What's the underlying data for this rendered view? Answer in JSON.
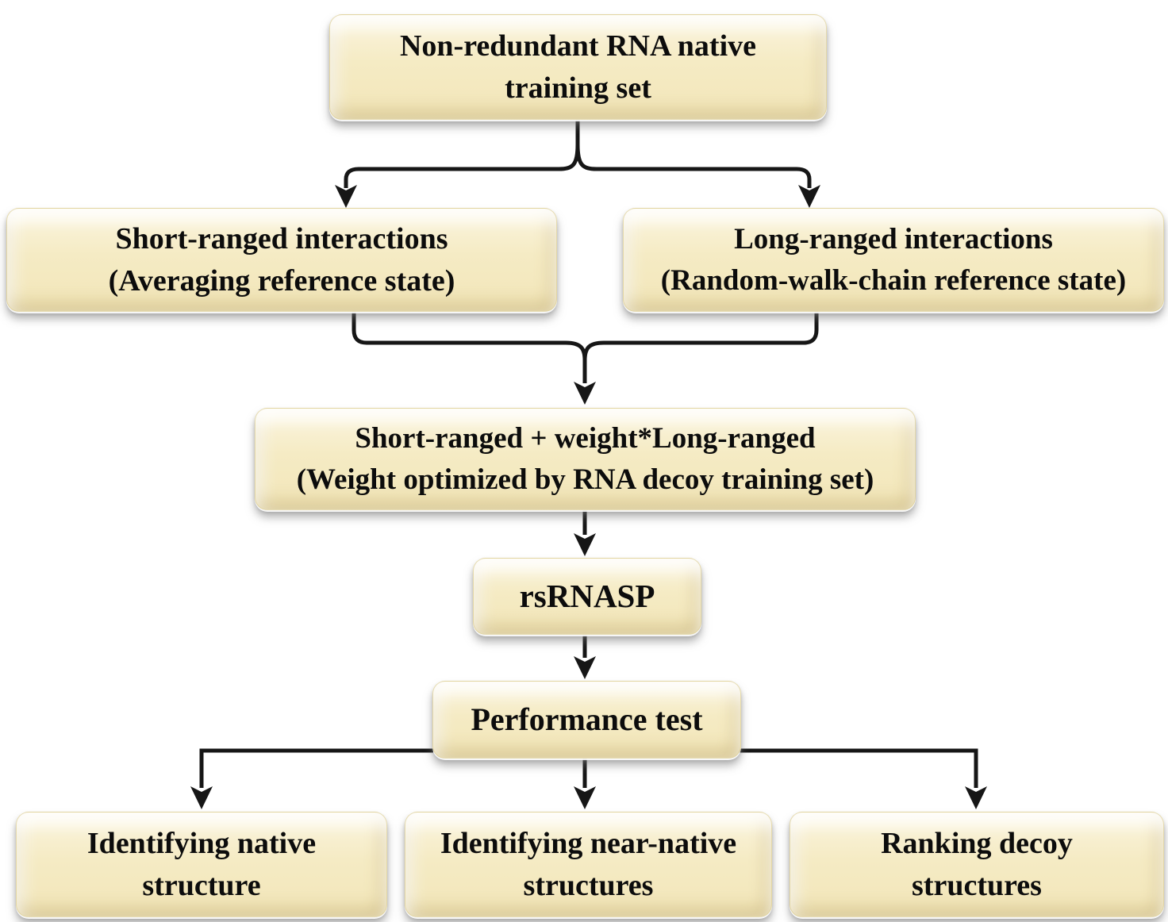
{
  "colors": {
    "page_bg": "#ffffff",
    "box_fill": "#f5ebc4",
    "box_highlight": "#fdf9e6",
    "box_edge_dark": "#d6c68c",
    "text": "#0c0c0c",
    "arrow": "#161616"
  },
  "nodes": [
    {
      "id": "training-set",
      "lines": [
        "Non-redundant RNA native",
        "training set"
      ]
    },
    {
      "id": "short-ranged",
      "lines": [
        "Short-ranged interactions",
        "(Averaging reference state)"
      ]
    },
    {
      "id": "long-ranged",
      "lines": [
        "Long-ranged interactions",
        "(Random-walk-chain reference state)"
      ]
    },
    {
      "id": "combined-potential",
      "lines": [
        "Short-ranged + weight*Long-ranged",
        "(Weight optimized by RNA decoy training set)"
      ]
    },
    {
      "id": "rsrnasp",
      "lines": [
        "rsRNASP"
      ]
    },
    {
      "id": "performance-test",
      "lines": [
        "Performance test"
      ]
    },
    {
      "id": "identifying-native",
      "lines": [
        "Identifying native",
        "structure"
      ]
    },
    {
      "id": "identifying-near-native",
      "lines": [
        "Identifying near-native",
        "structures"
      ]
    },
    {
      "id": "ranking-decoy",
      "lines": [
        "Ranking decoy",
        "structures"
      ]
    }
  ],
  "edges": [
    {
      "from": "training-set",
      "to": "short-ranged"
    },
    {
      "from": "training-set",
      "to": "long-ranged"
    },
    {
      "from": "short-ranged",
      "to": "combined-potential"
    },
    {
      "from": "long-ranged",
      "to": "combined-potential"
    },
    {
      "from": "combined-potential",
      "to": "rsrnasp"
    },
    {
      "from": "rsrnasp",
      "to": "performance-test"
    },
    {
      "from": "performance-test",
      "to": "identifying-native"
    },
    {
      "from": "performance-test",
      "to": "identifying-near-native"
    },
    {
      "from": "performance-test",
      "to": "ranking-decoy"
    }
  ]
}
